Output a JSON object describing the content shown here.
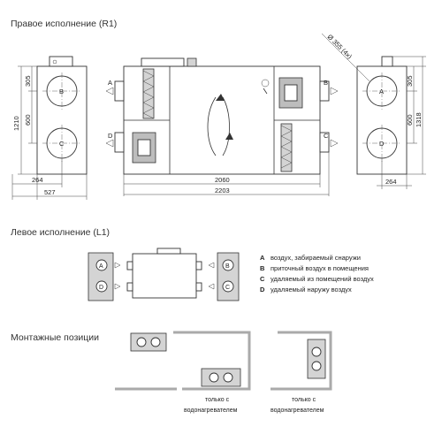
{
  "sections": {
    "right": "Правое исполнение (R1)",
    "left": "Левое исполнение (L1)",
    "mount": "Монтажные позиции"
  },
  "dims": {
    "d305a": "305",
    "d600a": "600",
    "d1210": "1210",
    "d264a": "264",
    "d527": "527",
    "d2060": "2060",
    "d2203": "2203",
    "diameter": "Ø 355 (4x)",
    "d305b": "305",
    "d600b": "600",
    "d1318": "1318",
    "d264b": "264"
  },
  "ports": {
    "A": "A",
    "B": "B",
    "C": "C",
    "D": "D"
  },
  "legend": [
    {
      "key": "A",
      "text": "воздух, забираемый снаружи"
    },
    {
      "key": "B",
      "text": "приточный воздух в помещения"
    },
    {
      "key": "C",
      "text": "удаляемый из помещений воздух"
    },
    {
      "key": "D",
      "text": "удаляемый наружу воздух"
    }
  ],
  "mount_notes": {
    "line1": "только с",
    "line2": "водонагревателем"
  }
}
